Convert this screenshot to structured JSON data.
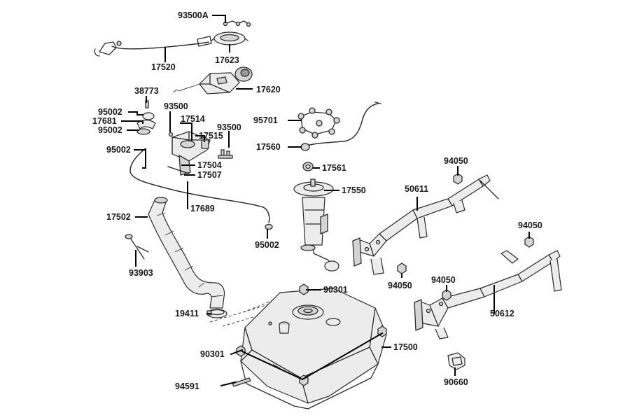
{
  "diagram": {
    "labels": {
      "p93500A": "93500A",
      "p17623": "17623",
      "p17520": "17520",
      "p17620": "17620",
      "p38773": "38773",
      "p93500_a": "93500",
      "p95002_a": "95002",
      "p17681": "17681",
      "p95002_b": "95002",
      "p17514": "17514",
      "p17515": "17515",
      "p93500_b": "93500",
      "p95002_c": "95002",
      "p17504": "17504",
      "p17507": "17507",
      "p95701": "95701",
      "p17560": "17560",
      "p17561": "17561",
      "p17550": "17550",
      "p17689": "17689",
      "p17502": "17502",
      "p95002_d": "95002",
      "p93903": "93903",
      "p90301_a": "90301",
      "p19411": "19411",
      "p17500": "17500",
      "p90301_b": "90301",
      "p94591": "94591",
      "p94050_a": "94050",
      "p50611": "50611",
      "p94050_b": "94050",
      "p94050_c": "94050",
      "p94050_d": "94050",
      "p50612": "50612",
      "p90660": "90660"
    }
  }
}
